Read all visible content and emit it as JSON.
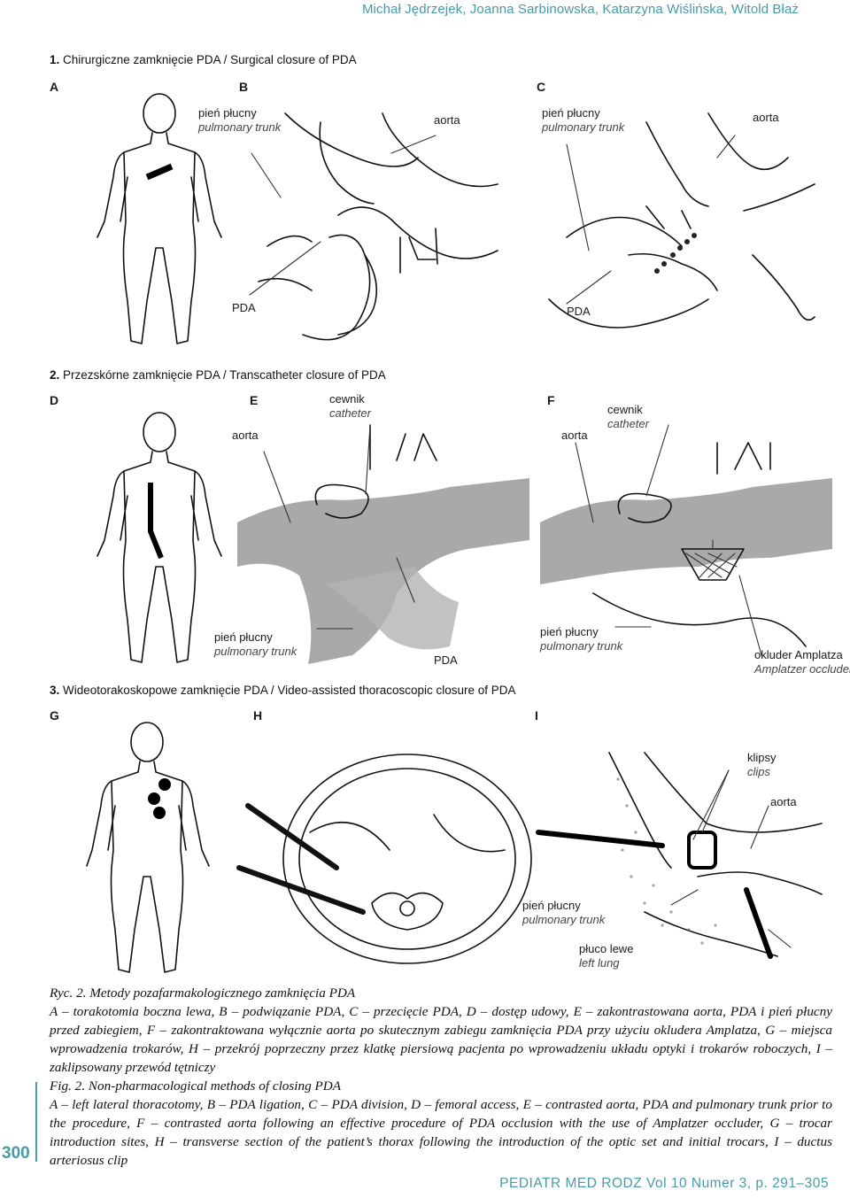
{
  "header": {
    "authors": "Michał Jędrzejek, Joanna Sarbinowska, Katarzyna Wiślińska, Witold Błaż"
  },
  "sections": {
    "s1": {
      "num": "1.",
      "title_pl": "Chirurgiczne zamknięcie PDA",
      "sep": " / ",
      "title_en": "Surgical closure of PDA"
    },
    "s2": {
      "num": "2.",
      "title_pl": "Przezskórne zamknięcie PDA",
      "sep": " / ",
      "title_en": "Transcatheter closure of PDA"
    },
    "s3": {
      "num": "3.",
      "title_pl": "Wideotorakoskopowe zamknięcie PDA",
      "sep": " / ",
      "title_en": "Video-assisted thoracoscopic closure of PDA"
    }
  },
  "panels": {
    "A": "A",
    "B": "B",
    "C": "C",
    "D": "D",
    "E": "E",
    "F": "F",
    "G": "G",
    "H": "H",
    "I": "I"
  },
  "labels": {
    "b_pulm_pl": "pień płucny",
    "b_pulm_en": "pulmonary trunk",
    "b_aorta": "aorta",
    "b_pda": "PDA",
    "c_pulm_pl": "pień płucny",
    "c_pulm_en": "pulmonary trunk",
    "c_aorta": "aorta",
    "c_pda": "PDA",
    "e_aorta": "aorta",
    "e_cath_pl": "cewnik",
    "e_cath_en": "catheter",
    "e_pulm_pl": "pień płucny",
    "e_pulm_en": "pulmonary trunk",
    "e_pda": "PDA",
    "f_aorta": "aorta",
    "f_cath_pl": "cewnik",
    "f_cath_en": "catheter",
    "f_pulm_pl": "pień płucny",
    "f_pulm_en": "pulmonary trunk",
    "f_occ_pl": "okluder Amplatza",
    "f_occ_en": "Amplatzer occluder",
    "i_clips_pl": "klipsy",
    "i_clips_en": "clips",
    "i_aorta": "aorta",
    "i_pulm_pl": "pień płucny",
    "i_pulm_en": "pulmonary trunk",
    "i_lung_pl": "płuco lewe",
    "i_lung_en": "left lung"
  },
  "caption": {
    "pl_title": "Ryc. 2. Metody pozafarmakologicznego zamknięcia PDA",
    "pl_text": "A – torakotomia boczna lewa, B – podwiązanie PDA, C – przecięcie PDA, D – dostęp udowy, E – zakontrastowana aorta, PDA i pień płucny przed zabiegiem, F – zakontraktowana wyłącznie aorta po skutecznym zabiegu zamknięcia PDA przy użyciu okludera Amplatza, G – miejsca wprowadzenia trokarów, H – przekrój poprzeczny przez klatkę piersiową pacjenta po wprowadzeniu układu optyki i trokarów roboczych, I – zaklipsowany przewód tętniczy",
    "en_title": "Fig. 2. Non-pharmacological methods of closing PDA",
    "en_text": "A – left lateral thoracotomy, B – PDA ligation, C – PDA division, D – femoral access, E – contrasted aorta, PDA and pulmonary trunk prior to the procedure, F – contrasted aorta following an effective procedure of PDA occlusion with the use of Amplatzer occluder, G – trocar introduction sites, H – transverse section of the patient’s thorax following the introduction of the optic set and initial trocars, I – ductus arteriosus clip"
  },
  "page_number": "300",
  "footer": "PEDIATR MED RODZ Vol 10 Numer 3, p. 291–305",
  "colors": {
    "accent": "#4a9aa8",
    "ink": "#111111",
    "shade": "#8a8a8a"
  }
}
